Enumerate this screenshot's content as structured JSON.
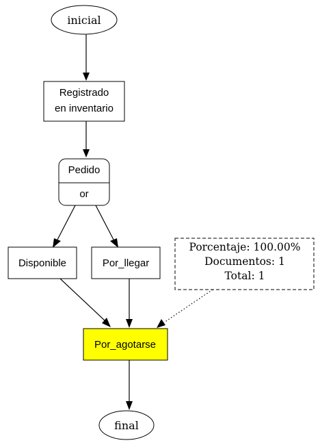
{
  "nodes": {
    "start": {
      "label": "inicial"
    },
    "registered": {
      "line1": "Registrado",
      "line2": "en inventario"
    },
    "order": {
      "title": "Pedido",
      "mode": "or"
    },
    "available": {
      "label": "Disponible"
    },
    "incoming": {
      "label": "Por_llegar"
    },
    "running_out": {
      "label": "Por_agotarse",
      "fill": "#ffff00"
    },
    "end": {
      "label": "final"
    }
  },
  "note": {
    "line1": "Porcentaje: 100.00%",
    "line2": "Documentos: 1",
    "line3": "Total: 1"
  }
}
